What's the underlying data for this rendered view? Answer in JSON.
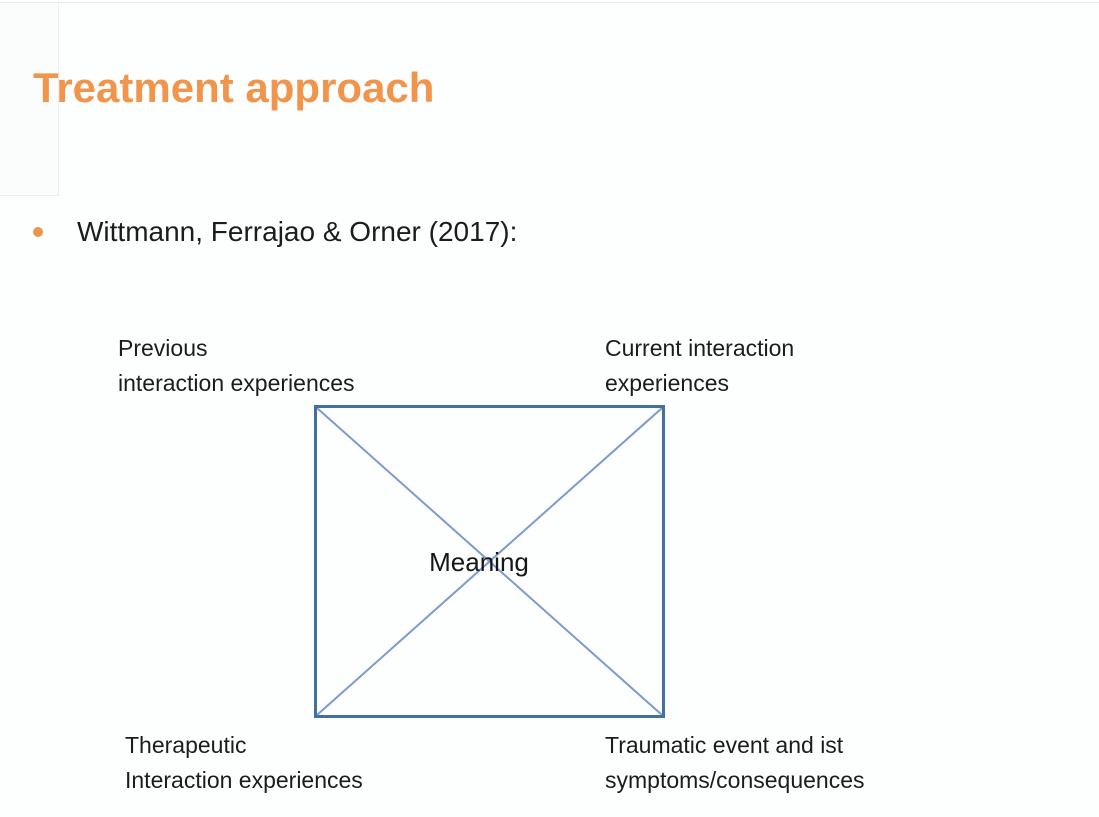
{
  "slide": {
    "title": "Treatment approach",
    "title_color": "#F0954B",
    "bullet_text": "Wittmann, Ferrajao & Orner (2017):",
    "bullet_color": "#EC9350",
    "text_color": "#1c1c1c",
    "background_color": "#fdfefe"
  },
  "diagram": {
    "corner_labels": {
      "top_left": "Previous\ninteraction experiences",
      "top_right": "Current interaction\nexperiences",
      "bottom_left": "Therapeutic\nInteraction experiences",
      "bottom_right": "Traumatic event and ist\nsymptoms/consequences"
    },
    "center_label": "Meaning",
    "box_border_color": "#41719C",
    "diagonal_color": "#7E9BCB"
  }
}
